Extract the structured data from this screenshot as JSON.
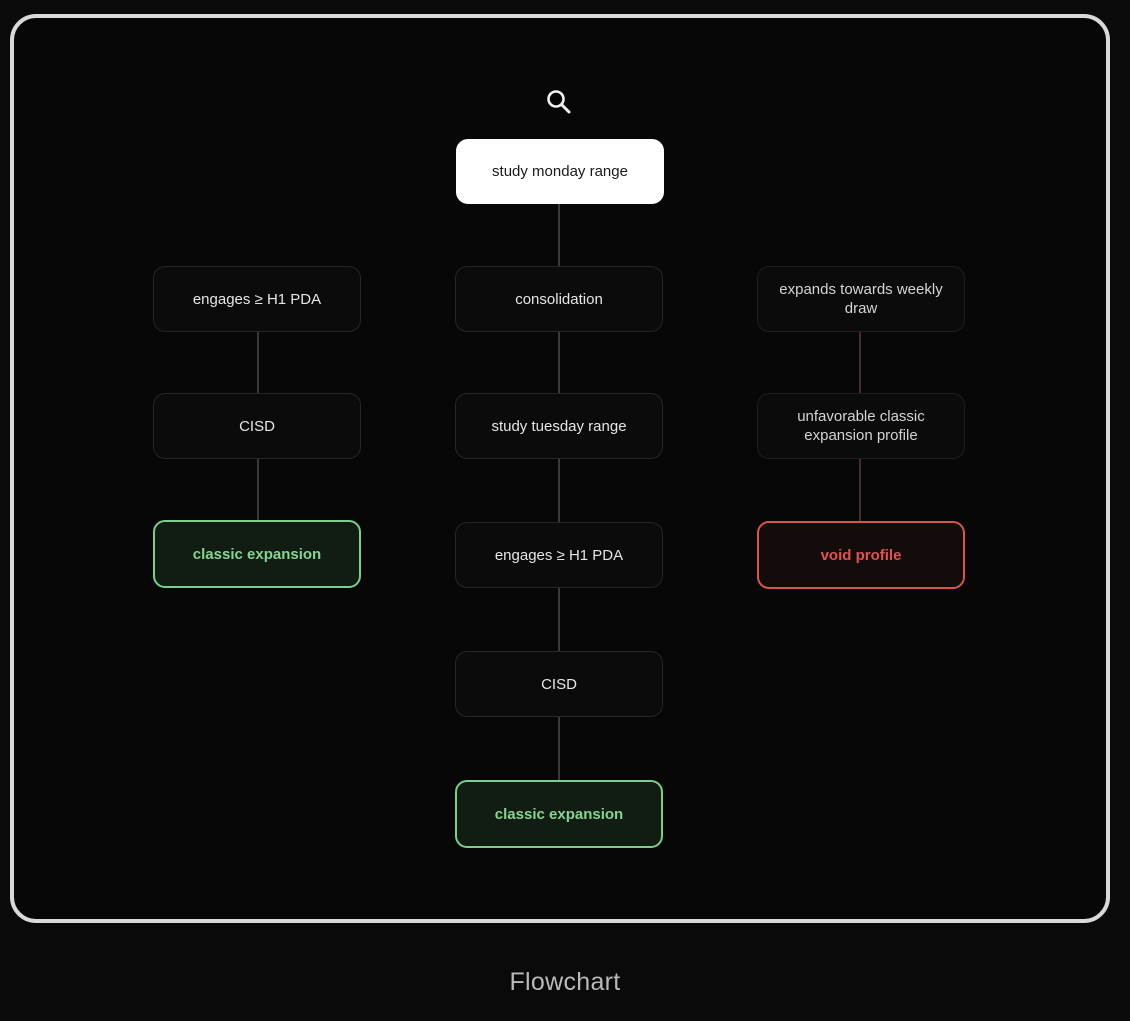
{
  "search": {
    "icon": "search-icon"
  },
  "nodes": {
    "study_monday": "study monday range",
    "consolidation": "consolidation",
    "study_tuesday": "study tuesday range",
    "center_engages": "engages ≥ H1 PDA",
    "center_cisd": "CISD",
    "center_result": "classic expansion",
    "left_engages": "engages ≥ H1 PDA",
    "left_cisd": "CISD",
    "left_result": "classic expansion",
    "right_expands": "expands towards weekly draw",
    "right_unfavorable": "unfavorable classic expansion profile",
    "right_result": "void profile"
  },
  "colors": {
    "success": "#7ccf8a",
    "failure": "#d9534f",
    "start_fill": "#ffffff"
  },
  "caption": "Flowchart"
}
